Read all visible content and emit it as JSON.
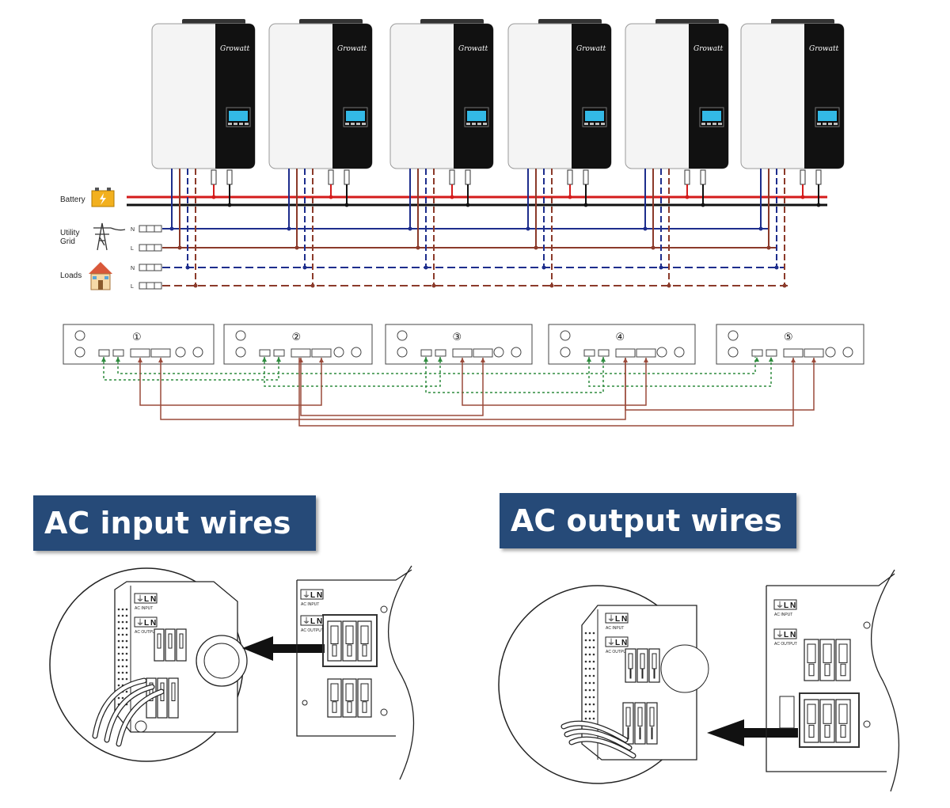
{
  "brand": "Growatt",
  "legend": {
    "battery": "Battery",
    "utility_line1": "Utility",
    "utility_line2": "Grid",
    "loads": "Loads",
    "n": "N",
    "l": "L"
  },
  "parallel_board_numbers": [
    "①",
    "②",
    "③",
    "④",
    "⑤"
  ],
  "inverter_count": 6,
  "banners": {
    "ac_input": "AC input wires",
    "ac_output": "AC output wires"
  },
  "terminal_labels": {
    "earth": "⏚",
    "l": "L",
    "n": "N",
    "ac_input": "AC INPUT",
    "ac_output": "AC OUTPUT"
  },
  "colors": {
    "battery_positive": "#d41b1b",
    "battery_negative": "#111111",
    "neutral": "#1d2d8c",
    "line": "#8b3a2a",
    "comm_green": "#2e8b3e",
    "comm_brown": "#9a4a3a",
    "banner_bg": "#264a78",
    "inverter_dark": "#111111"
  },
  "icons": {
    "battery": "battery-icon",
    "utility": "utility-pole-icon",
    "loads": "house-icon"
  }
}
